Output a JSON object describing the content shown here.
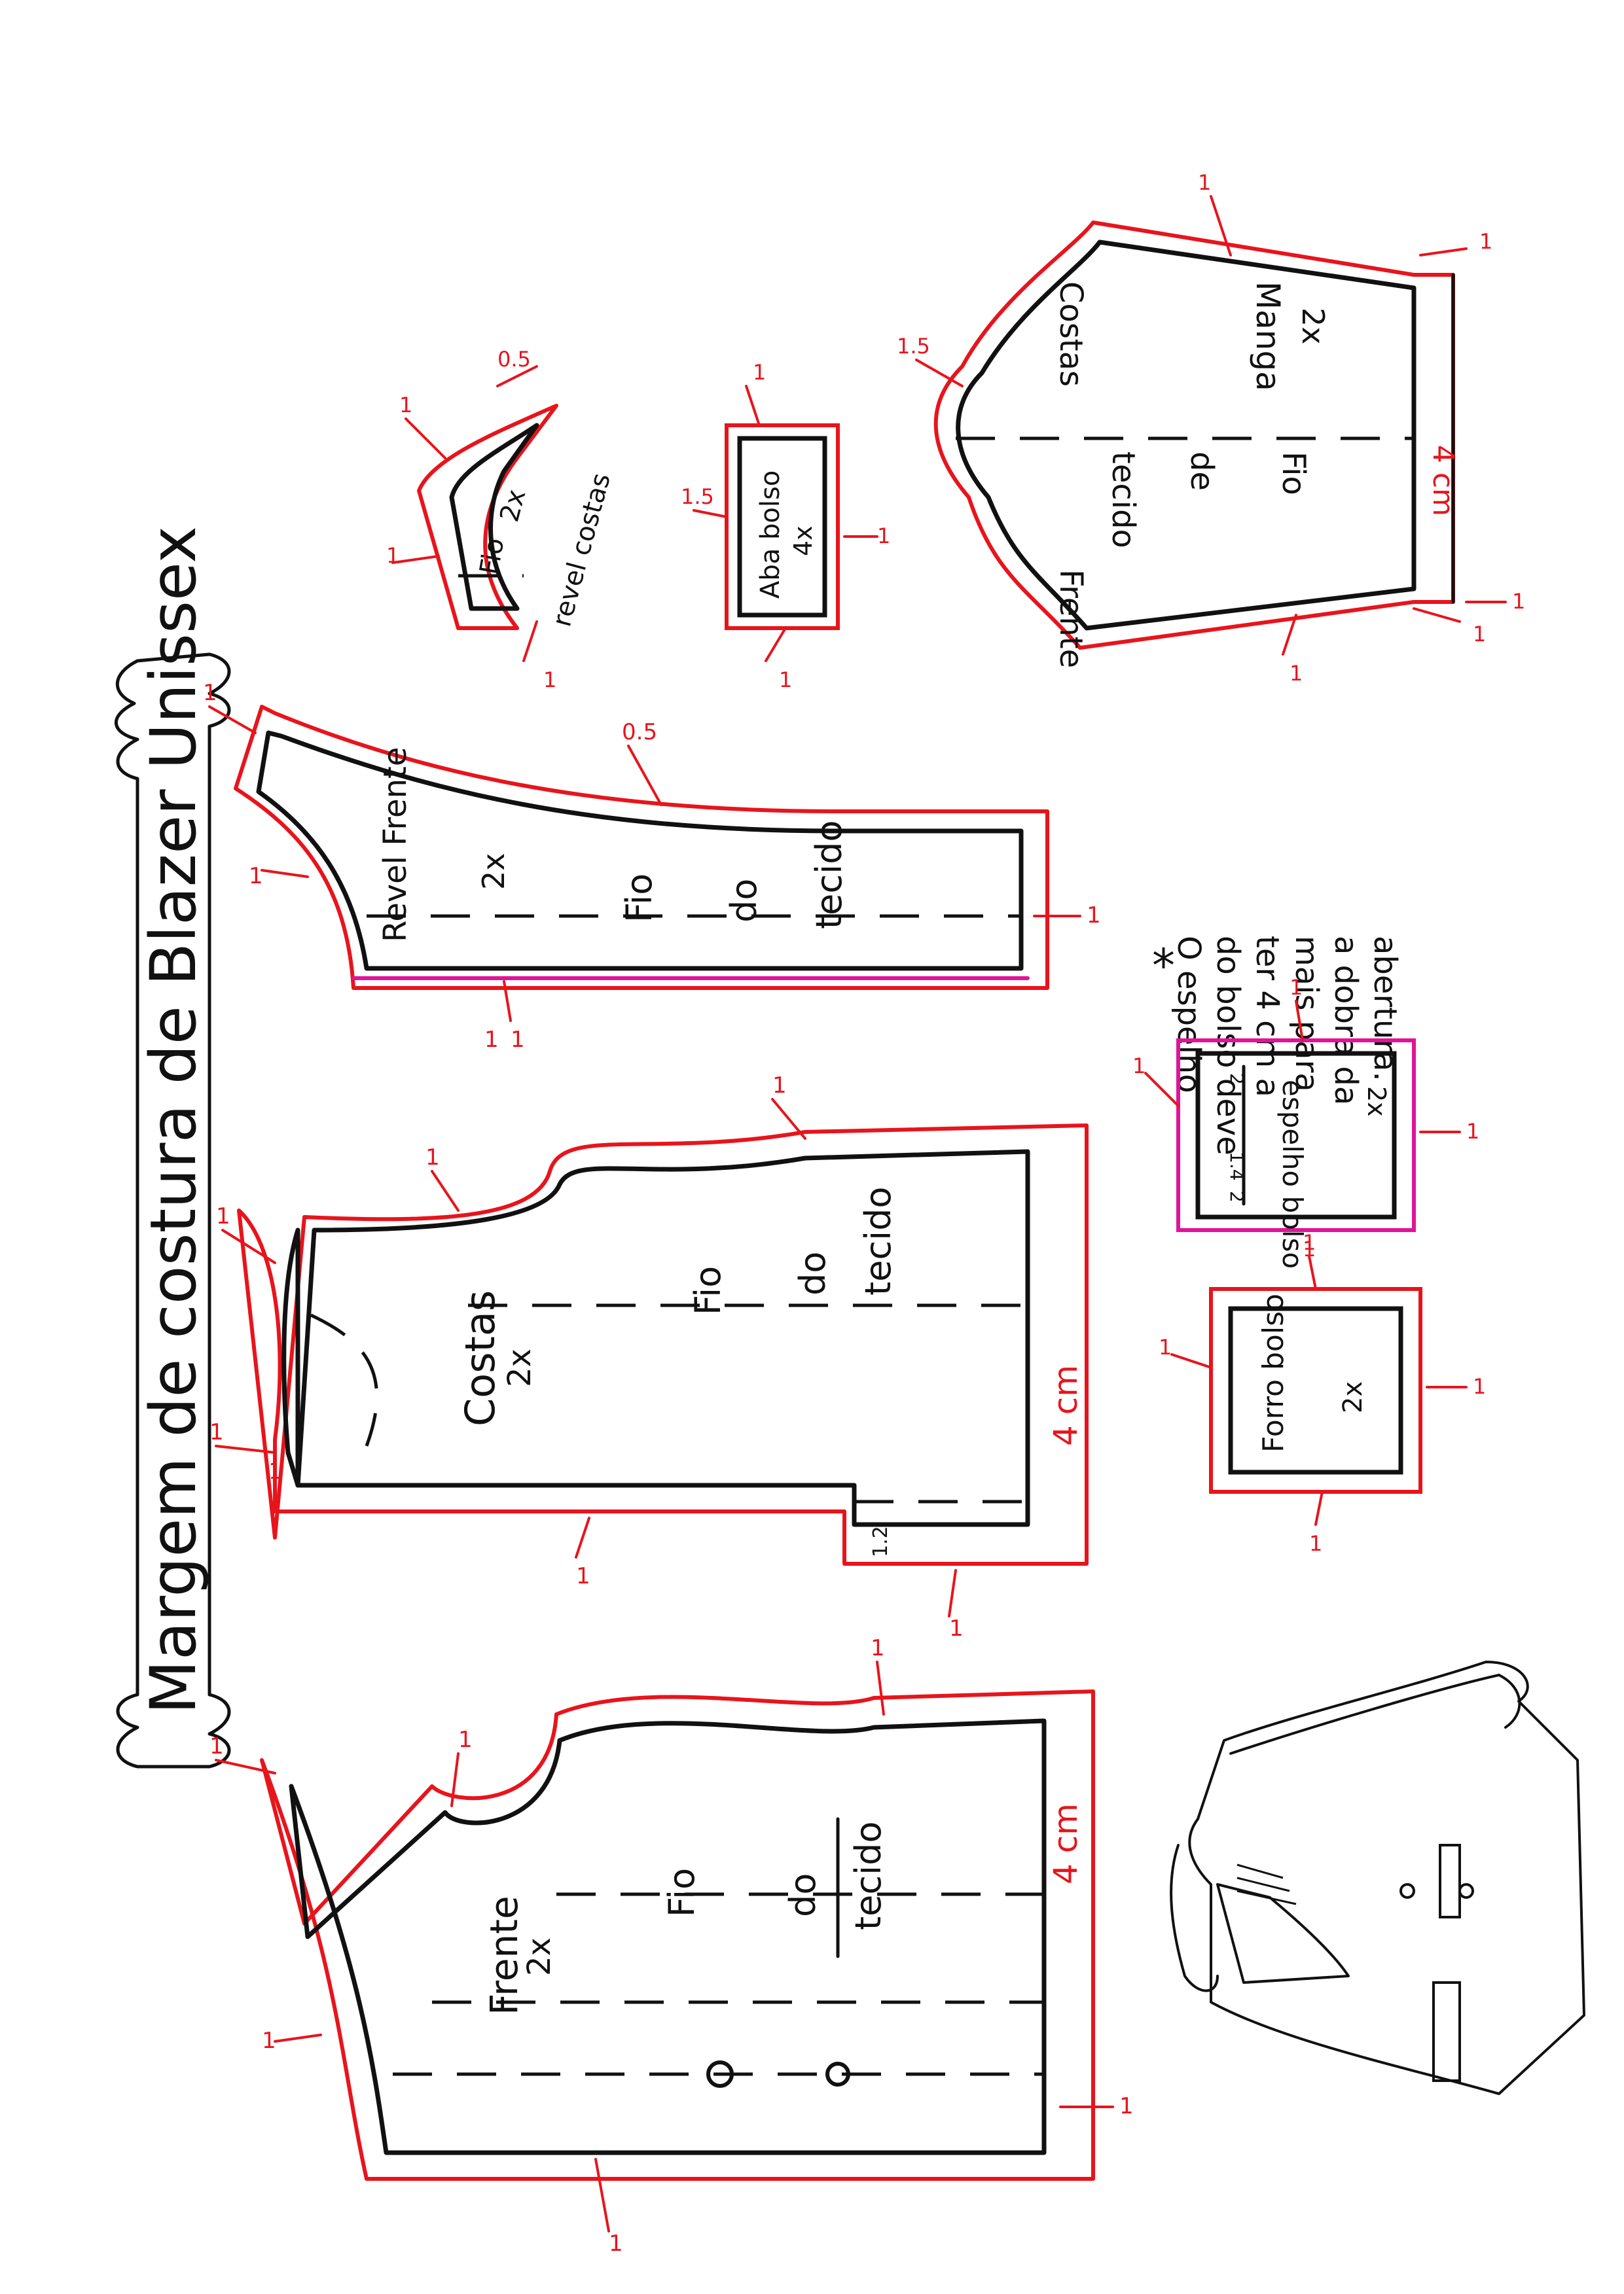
{
  "title": "Margem de costura de Blazer Unissex",
  "colors": {
    "ink": "#111111",
    "seam_allowance": "#e8141c",
    "accent_magenta": "#e0149a",
    "paper": "#ffffff"
  },
  "pieces": {
    "frente": {
      "name": "Frente",
      "count": "2x",
      "grain": [
        "Fio",
        "do",
        "tecido"
      ],
      "hem_note": "4 cm",
      "seam_values": [
        "1",
        "1",
        "1",
        "1",
        "1",
        "1"
      ]
    },
    "costas": {
      "name": "Costas",
      "count": "2x",
      "grain": [
        "Fio",
        "do",
        "tecido"
      ],
      "hem_note": "4 cm",
      "vent_note": "1.2",
      "seam_values": [
        "1",
        "1",
        "1",
        "1",
        "1",
        "1",
        "1"
      ]
    },
    "revel_frente": {
      "name": "Revel Frente",
      "count": "2x",
      "grain": [
        "Fio",
        "do",
        "tecido"
      ],
      "seam_values": [
        "1",
        "1",
        "1",
        "1",
        "1",
        "0.5"
      ]
    },
    "revel_costas": {
      "name": "revel costas",
      "count": "2x",
      "grain": "Fio",
      "seam_values": [
        "1",
        "1",
        "1",
        "0.5"
      ]
    },
    "aba_bolso": {
      "name": "Aba bolso",
      "count": "4x",
      "seam_values": [
        "1",
        "1",
        "1",
        "1.5"
      ]
    },
    "manga": {
      "name": "Manga",
      "count": "2x",
      "grain": [
        "Fio",
        "de",
        "tecido"
      ],
      "front_label": "Frente",
      "back_label": "Costas",
      "hem_note": "4 cm",
      "seam_values": [
        "1",
        "1",
        "1",
        "1",
        "1.5",
        "1"
      ]
    },
    "espelho_bolso": {
      "name": "espelho bolso",
      "count": "2x",
      "marks": [
        "1.4",
        "2",
        "2"
      ],
      "seam_values": [
        "1",
        "1",
        "1",
        "1"
      ]
    },
    "forro_bolso": {
      "name": "Forro bolso",
      "count": "2x",
      "seam_values": [
        "1",
        "1",
        "1",
        "1"
      ]
    }
  },
  "note": {
    "marker": "*",
    "lines": [
      "O espelho",
      "do bolso deve",
      "ter 4 cm a",
      "mais para",
      "a dobra da",
      "abertura."
    ]
  }
}
